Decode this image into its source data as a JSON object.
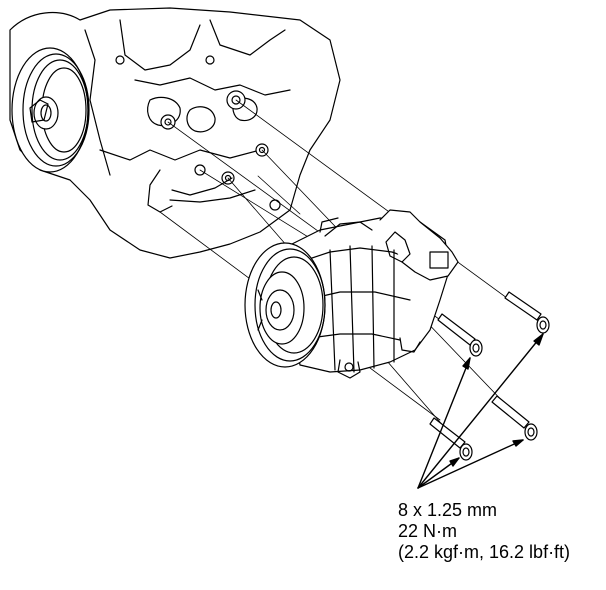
{
  "specification": {
    "bolt_size": "8 x 1.25 mm",
    "torque_metric": "22 N·m",
    "torque_alt": "(2.2 kgf·m, 16.2 lbf·ft)"
  },
  "colors": {
    "line": "#000000",
    "background": "#ffffff"
  }
}
